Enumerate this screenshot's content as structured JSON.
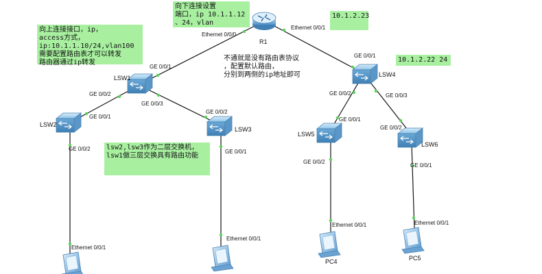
{
  "notes": {
    "r1_down": "向下连接设置\n端口，ip 10.1.1.12\n、24，vlan",
    "r1_up": "10.1.2.23",
    "lsw4_ip": "10.1.2.22 24",
    "lsw1_config": "向上连接接口，ip，\naccess方式，\nip:10.1.1.10/24,vlan100\n需要配置路由表才可以转发\n路由器通过ip转发",
    "lsw23_note": "lsw2,lsw3作为二层交换机，\nlsw1做三层交换具有路由功能"
  },
  "free_text": {
    "routing_note": "不通就是没有路由表协议\n，配置默认路由，\n分别到两侧的ip地址即可"
  },
  "devices": {
    "R1": "R1",
    "LSW1": "LSW1",
    "LSW2": "LSW2",
    "LSW3": "LSW3",
    "LSW4": "LSW4",
    "LSW5": "LSW5",
    "LSW6": "LSW6",
    "PC4": "PC4",
    "PC5": "PC5"
  },
  "ports": {
    "r1_e000": "Ethernet 0/0/0",
    "r1_e001": "Ethernet 0/0/1",
    "lsw1_ge001": "GE 0/0/1",
    "lsw1_ge002": "GE 0/0/2",
    "lsw1_ge003": "GE 0/0/3",
    "lsw2_ge001": "GE 0/0/1",
    "lsw2_ge002": "GE 0/0/2",
    "lsw3_ge002": "GE 0/0/2",
    "lsw3_ge001": "GE 0/0/1",
    "lsw4_ge001": "GE 0/0/1",
    "lsw4_ge002": "GE 0/0/2",
    "lsw4_ge003": "GE 0/0/3",
    "lsw5_ge001": "GE 0/0/1",
    "lsw5_ge002": "GE 0/0/2",
    "lsw6_ge002": "GE 0/0/2",
    "lsw6_ge001": "GE 0/0/1",
    "pc_left_e001": "Ethernet 0/0/1",
    "pc_mid_e001": "Ethernet 0/0/1",
    "pc4_e001": "Ethernet 0/0/1",
    "pc5_e001": "Ethernet 0/0/1"
  },
  "colors": {
    "note_bg": "#a8f0a0",
    "link": "#111111",
    "port_dot": "#5ad05a",
    "switch_body": "#7fb8e0"
  },
  "icons": {
    "router": "router-icon",
    "switch": "switch-icon",
    "pc": "pc-icon"
  }
}
